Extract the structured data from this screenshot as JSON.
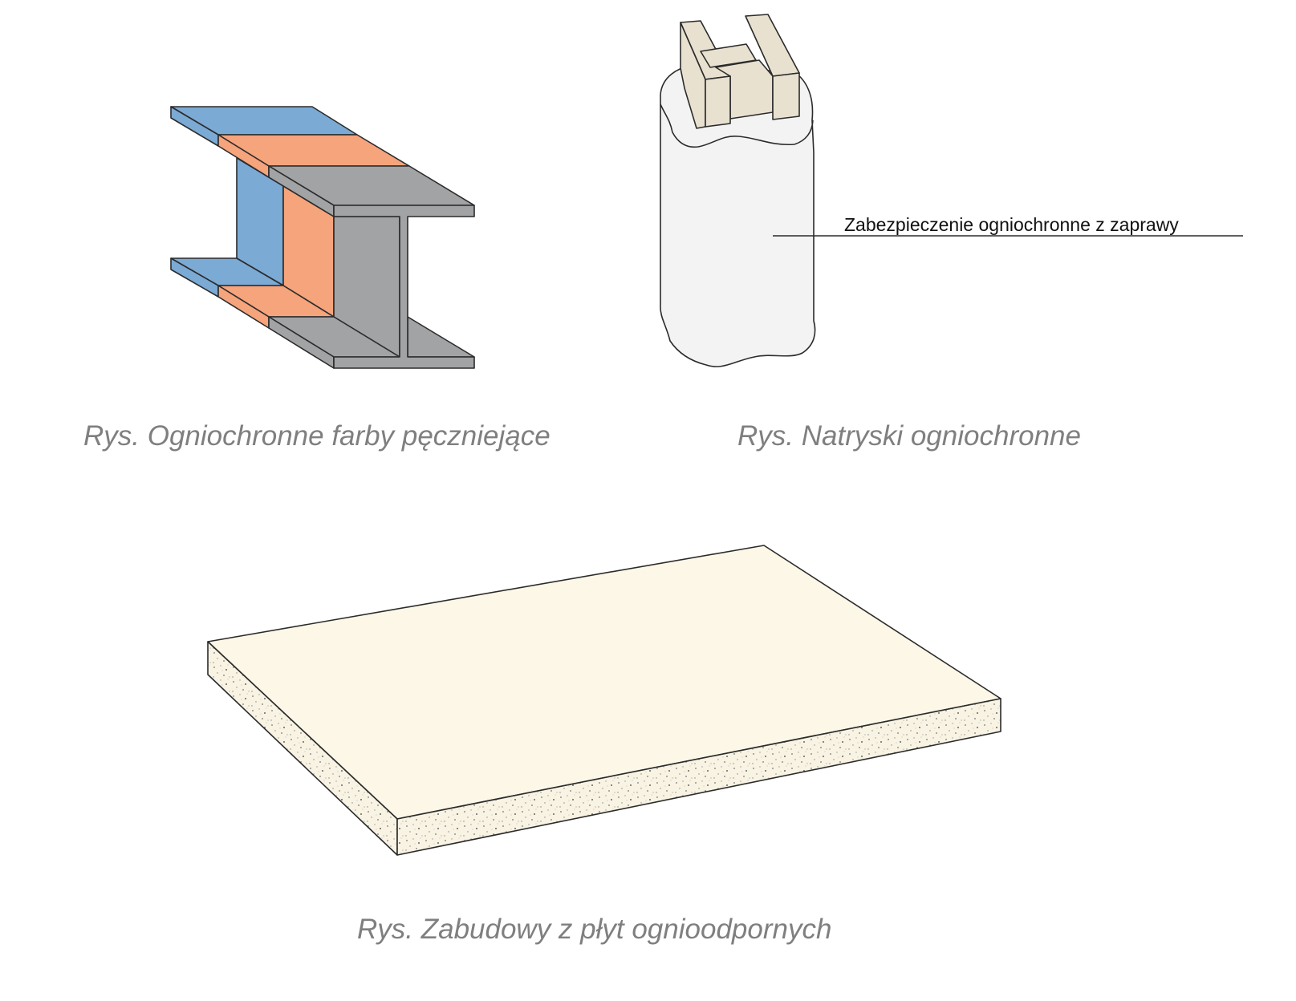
{
  "figures": {
    "intumescent_paint": {
      "caption": "Rys. Ogniochronne farby pęczniejące",
      "colors": {
        "blue": "#7baad5",
        "orange": "#f5a47c",
        "gray": "#a2a3a5"
      }
    },
    "spray": {
      "caption": "Rys. Natryski ogniochronne",
      "label": "Zabezpieczenie ogniochronne z zaprawy",
      "colors": {
        "coating": "#f3f3f3",
        "steel": "#e8e1d0"
      }
    },
    "boards": {
      "caption": "Rys. Zabudowy z płyt ognioodpornych",
      "colors": {
        "top": "#fcf7e7",
        "edge": "#f7f2e2"
      }
    }
  }
}
